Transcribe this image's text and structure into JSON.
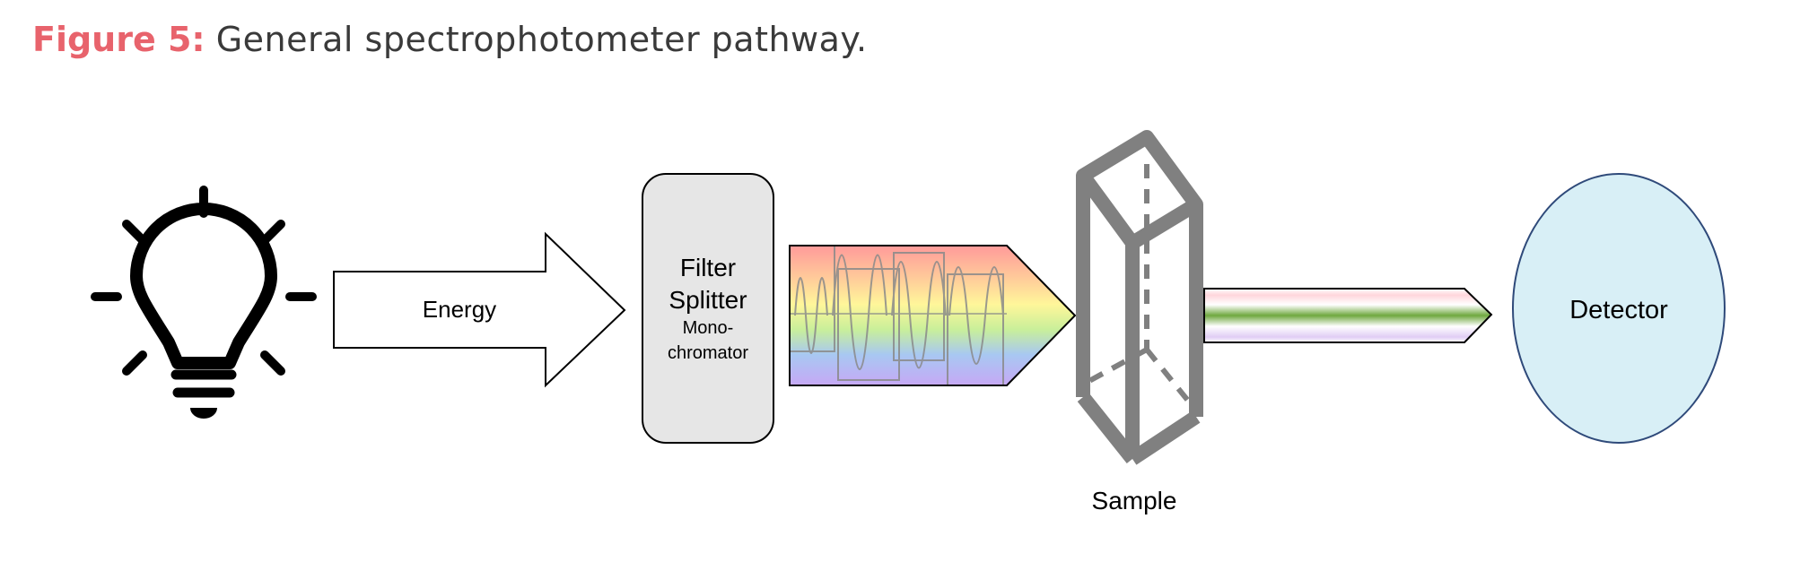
{
  "caption": {
    "figure_label": "Figure 5:",
    "text": "General spectrophotometer pathway."
  },
  "nodes": {
    "light_source": {
      "icon": "lightbulb-icon"
    },
    "energy_arrow": {
      "label": "Energy"
    },
    "filter": {
      "line1": "Filter",
      "line2": "Splitter",
      "line3": "Mono-",
      "line4": "chromator"
    },
    "sample": {
      "label": "Sample",
      "icon": "cuvette-icon"
    },
    "detector": {
      "label": "Detector"
    }
  },
  "colors": {
    "caption_accent": "#e8636c",
    "filter_fill": "#e6e6e6",
    "detector_fill": "#d8eff6",
    "detector_stroke": "#2f4a7a",
    "cuvette": "#808080"
  }
}
